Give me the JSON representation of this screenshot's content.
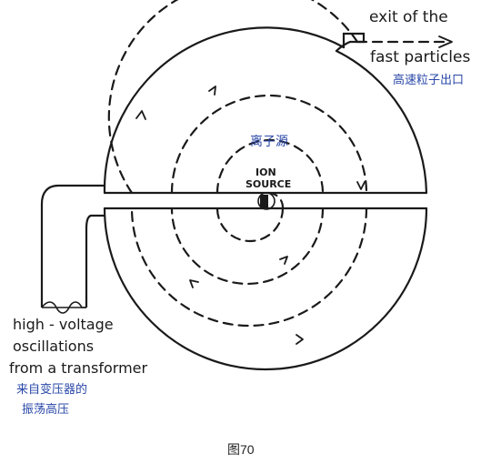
{
  "labels": {
    "exit_en_line1": "exit of the",
    "exit_en_line2": "fast particles",
    "exit_cn": "高速粒子出口",
    "ion_source_cn": "离子源",
    "ion_line1": "ION",
    "ion_line2": "SOURCE",
    "hv_line1": "high - voltage",
    "hv_line2": "oscillations",
    "hv_line3": "from a transformer",
    "hv_cn_line1": "来自变压器的",
    "hv_cn_line2": "振荡高压"
  },
  "caption": "图70",
  "colors": {
    "ink": "#1a1a1a",
    "annotation_blue": "#2a48a8"
  }
}
